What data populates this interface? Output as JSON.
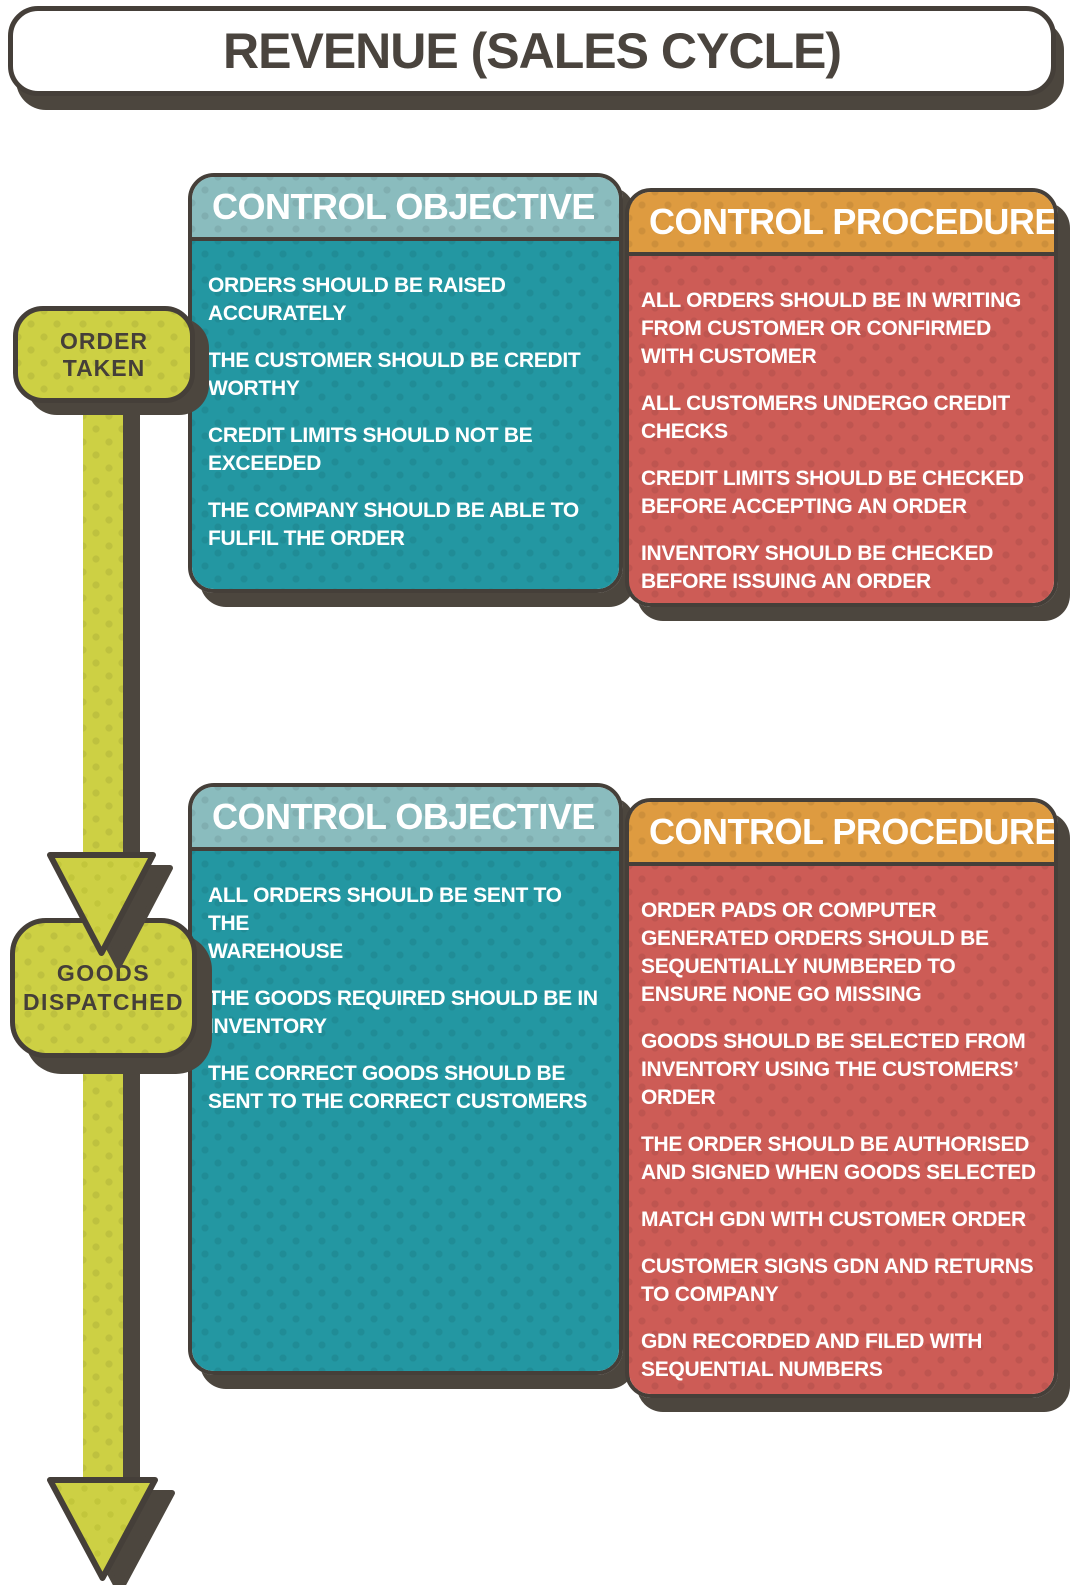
{
  "title": "REVENUE (SALES CYCLE)",
  "flow": {
    "step_order_taken": "ORDER TAKEN",
    "step_goods_dispatched": [
      "GOODS",
      "DISPATCHED"
    ]
  },
  "sections": [
    {
      "objective": {
        "header": "CONTROL OBJECTIVE",
        "items": [
          [
            "ORDERS SHOULD BE RAISED",
            "ACCURATELY"
          ],
          [
            "THE CUSTOMER SHOULD BE CREDIT",
            "WORTHY"
          ],
          [
            "CREDIT LIMITS SHOULD NOT BE",
            "EXCEEDED"
          ],
          [
            "THE COMPANY SHOULD BE ABLE TO",
            "FULFIL THE ORDER"
          ]
        ]
      },
      "procedure": {
        "header": "CONTROL PROCEDURE",
        "items": [
          [
            "ALL ORDERS SHOULD BE IN WRITING",
            "FROM CUSTOMER OR CONFIRMED",
            "WITH CUSTOMER"
          ],
          [
            "ALL CUSTOMERS UNDERGO CREDIT",
            "CHECKS"
          ],
          [
            "CREDIT LIMITS SHOULD BE CHECKED",
            "BEFORE ACCEPTING AN ORDER"
          ],
          [
            "INVENTORY SHOULD BE CHECKED",
            "BEFORE ISSUING AN ORDER"
          ]
        ]
      }
    },
    {
      "objective": {
        "header": "CONTROL OBJECTIVE",
        "items": [
          [
            "ALL ORDERS SHOULD BE SENT TO THE",
            "WAREHOUSE"
          ],
          [
            "THE GOODS REQUIRED SHOULD BE IN",
            "INVENTORY"
          ],
          [
            "THE CORRECT GOODS SHOULD BE",
            "SENT TO THE CORRECT CUSTOMERS"
          ]
        ]
      },
      "procedure": {
        "header": "CONTROL PROCEDURE",
        "items": [
          [
            "ORDER PADS OR COMPUTER",
            "GENERATED ORDERS SHOULD BE",
            "SEQUENTIALLY NUMBERED TO",
            "ENSURE NONE GO MISSING"
          ],
          [
            "GOODS SHOULD BE SELECTED FROM",
            "INVENTORY USING THE CUSTOMERS’",
            "ORDER"
          ],
          [
            "THE ORDER SHOULD BE AUTHORISED",
            "AND SIGNED WHEN GOODS SELECTED"
          ],
          [
            "MATCH GDN WITH CUSTOMER ORDER"
          ],
          [
            "CUSTOMER SIGNS GDN AND RETURNS",
            "TO COMPANY"
          ],
          [
            "GDN RECORDED AND FILED WITH",
            "SEQUENTIAL NUMBERS"
          ]
        ]
      }
    }
  ],
  "colors": {
    "teal_header": "#8abcbe",
    "teal_body": "#2397a2",
    "orange_header": "#de9b40",
    "red_body": "#cd5c56",
    "chartreuse": "#cdd044",
    "chartreuse_dot": "#c2c63b",
    "ink": "#453f39",
    "shadow": "#4c463e",
    "text_light": "#ffffff",
    "text_dark": "#4a443e",
    "background": "#ffffff"
  }
}
